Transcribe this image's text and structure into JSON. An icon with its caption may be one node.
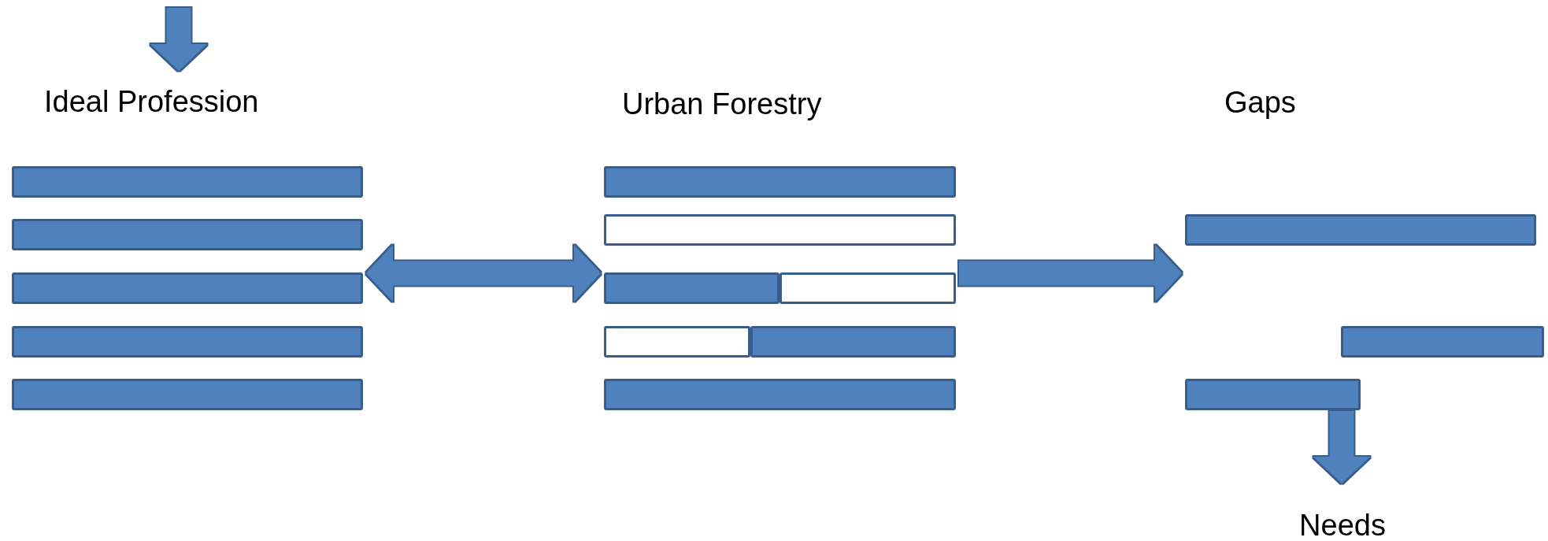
{
  "diagram": {
    "nodes": [
      {
        "text": [
          "Ideal Profession"
        ]
      },
      {
        "text": [],
        "shape": "bar",
        "in": 0
      },
      {
        "text": [],
        "shape": "bar",
        "in": 0
      },
      {
        "text": [],
        "shape": "bar",
        "in": 0
      },
      {
        "text": [],
        "shape": "bar",
        "in": 0
      },
      {
        "text": [],
        "shape": "bar",
        "in": 0
      },
      {
        "text": [
          "Urban Forestry"
        ]
      },
      {
        "text": [],
        "shape": "bar",
        "in": 6
      },
      {
        "text": [],
        "shape": "box",
        "in": 6
      },
      {
        "text": [],
        "shape": "bar",
        "in": 6
      },
      {
        "text": [],
        "shape": "box",
        "in": 6
      },
      {
        "text": [],
        "shape": "box",
        "in": 6
      },
      {
        "text": [],
        "shape": "bar",
        "in": 6
      },
      {
        "text": [],
        "shape": "bar",
        "in": 6
      },
      {
        "text": [
          "Gaps"
        ]
      },
      {
        "text": [],
        "shape": "bar",
        "in": 14
      },
      {
        "text": [],
        "shape": "bar",
        "in": 14
      },
      {
        "text": [],
        "shape": "bar",
        "in": 14
      },
      {
        "text": [
          "Needs"
        ]
      }
    ],
    "edges": [
      {
        "from": null,
        "to": 0,
        "arrow": "to"
      },
      {
        "from": 0,
        "to": 6,
        "arrow": "both"
      },
      {
        "from": 6,
        "to": 14,
        "arrow": "to"
      },
      {
        "from": 14,
        "to": 18,
        "arrow": "to"
      }
    ]
  }
}
